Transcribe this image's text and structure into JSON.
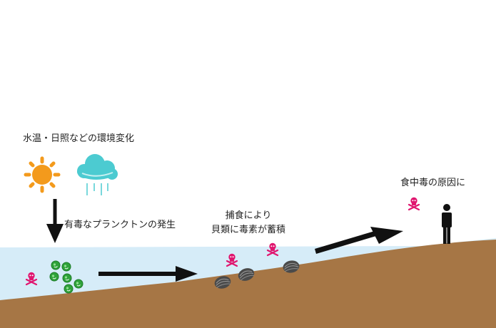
{
  "labels": {
    "environment_change": "水温・日照などの環境変化",
    "plankton": "有毒なプランクトンの発生",
    "predation_line1": "捕食により",
    "predation_line2": "貝類に毒素が蓄積",
    "poisoning_cause": "食中毒の原因に"
  },
  "icons": {
    "weather": [
      "sun-icon",
      "rain-cloud-icon"
    ],
    "toxin": "skull-crossbones-icon",
    "plankton": "plankton-cell-icon",
    "shellfish": "clam-shell-icon",
    "person": "person-silhouette-icon"
  },
  "colors": {
    "sea": "#d6ecf8",
    "seabed": "#a67645",
    "sun": "#f39a1c",
    "cloud": "#4ccbd1",
    "toxin": "#e0166f",
    "plankton": "#2fa23a",
    "shell": "#4a4a4a",
    "arrow": "#111111"
  }
}
